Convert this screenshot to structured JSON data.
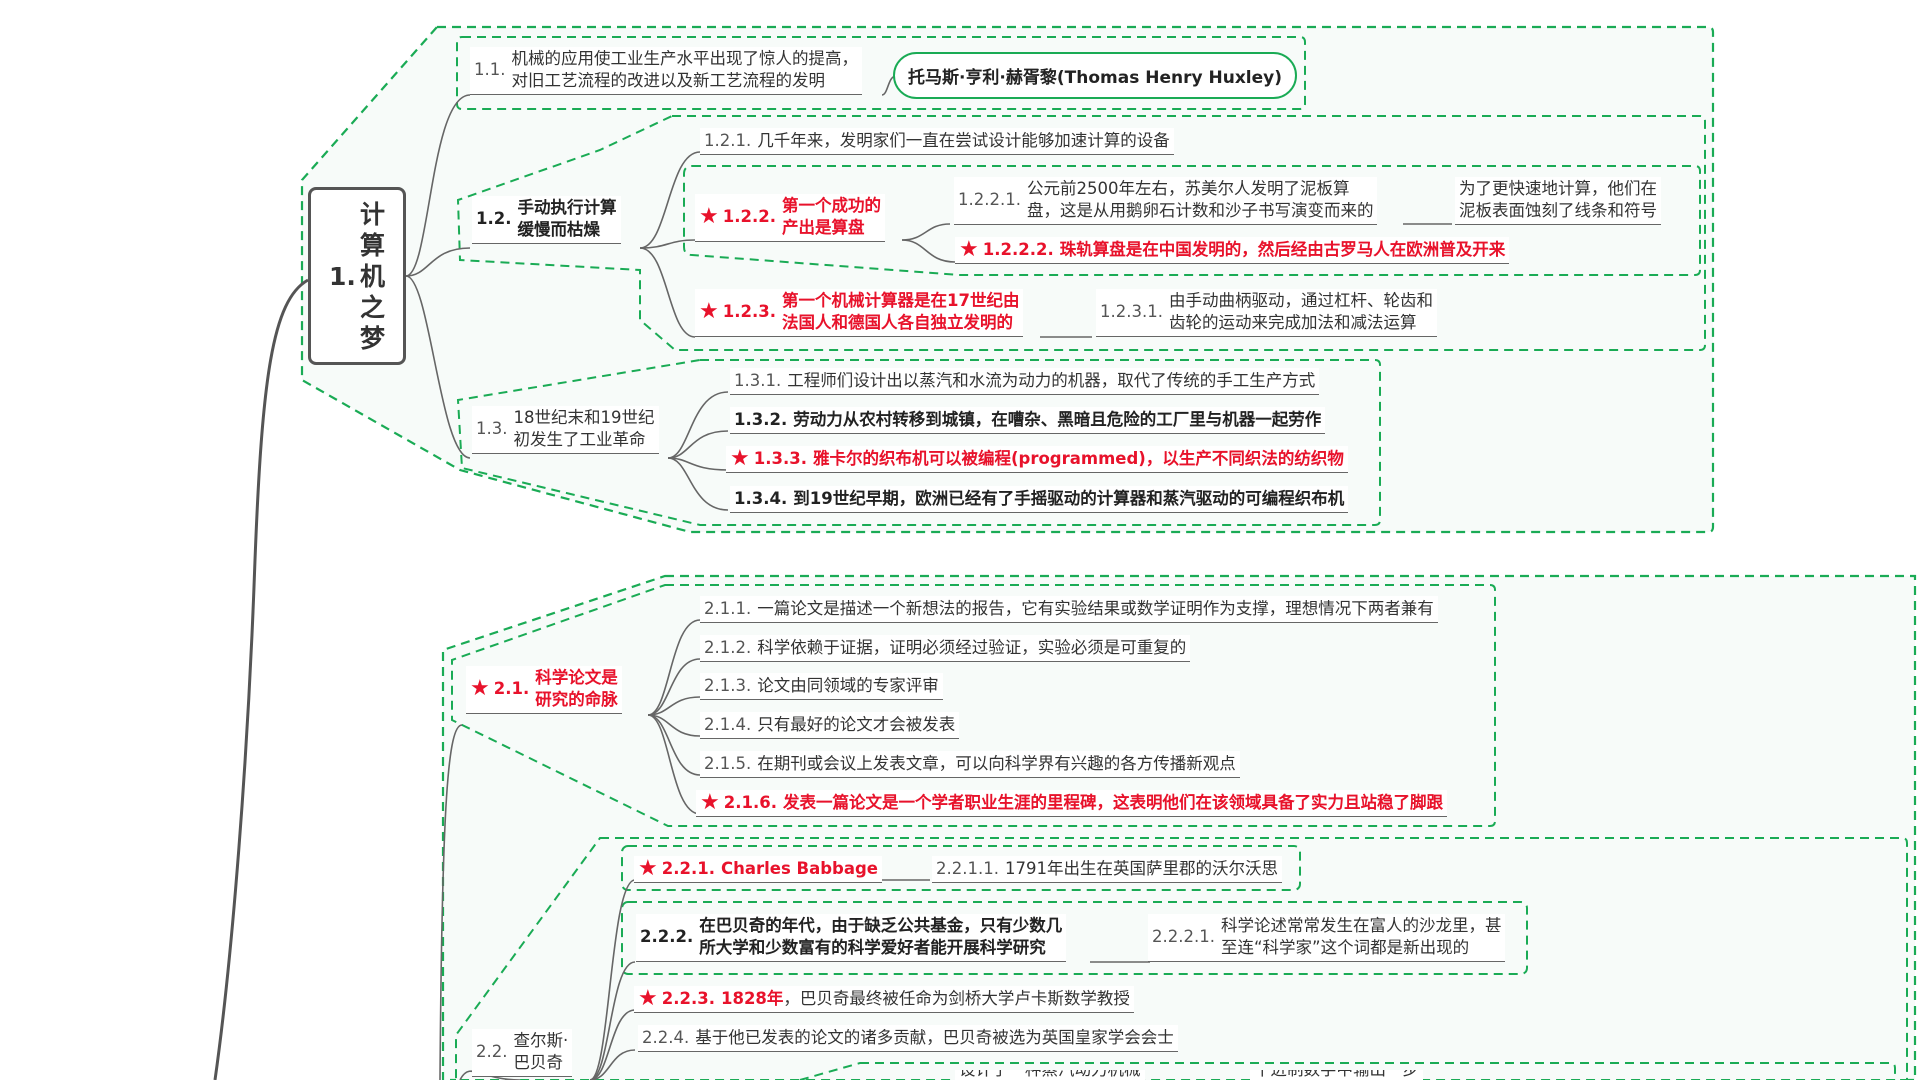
{
  "colors": {
    "accent_red": "#e8122b",
    "boundary_green": "#1aab55",
    "boundary_fill": "#f7fbf9",
    "line_gray": "#555555",
    "text": "#333333"
  },
  "icons": {
    "priority": "star-icon"
  },
  "root": {
    "number": "1.",
    "chars": [
      "计",
      "算",
      "机",
      "之",
      "梦"
    ]
  },
  "callout": {
    "text": "托马斯·亨利·赫胥黎(Thomas Henry Huxley)"
  },
  "n1_1": {
    "num": "1.1.",
    "lines": [
      "机械的应用使工业生产水平出现了惊人的提高，",
      "对旧工艺流程的改进以及新工艺流程的发明"
    ]
  },
  "n1_2": {
    "num": "1.2.",
    "lines": [
      "手动执行计算",
      "缓慢而枯燥"
    ]
  },
  "n1_2_1": {
    "num": "1.2.1.",
    "text": "几千年来，发明家们一直在尝试设计能够加速计算的设备"
  },
  "n1_2_2": {
    "num": "1.2.2.",
    "lines": [
      "第一个成功的",
      "产出是算盘"
    ]
  },
  "n1_2_2_1": {
    "num": "1.2.2.1.",
    "lines": [
      "公元前2500年左右，苏美尔人发明了泥板算",
      "盘，这是从用鹅卵石计数和沙子书写演变而来的"
    ]
  },
  "n1_2_2_1_x": {
    "lines": [
      "为了更快速地计算，他们在",
      "泥板表面蚀刻了线条和符号"
    ]
  },
  "n1_2_2_2": {
    "num": "1.2.2.2.",
    "text": "珠轨算盘是在中国发明的，然后经由古罗马人在欧洲普及开来"
  },
  "n1_2_3": {
    "num": "1.2.3.",
    "lines": [
      "第一个机械计算器是在17世纪由",
      "法国人和德国人各自独立发明的"
    ]
  },
  "n1_2_3_1": {
    "num": "1.2.3.1.",
    "lines": [
      "由手动曲柄驱动，通过杠杆、轮齿和",
      "齿轮的运动来完成加法和减法运算"
    ]
  },
  "n1_3": {
    "num": "1.3.",
    "lines": [
      "18世纪末和19世纪",
      "初发生了工业革命"
    ]
  },
  "n1_3_1": {
    "num": "1.3.1.",
    "text": "工程师们设计出以蒸汽和水流为动力的机器，取代了传统的手工生产方式"
  },
  "n1_3_2": {
    "num": "1.3.2.",
    "text": "劳动力从农村转移到城镇，在嘈杂、黑暗且危险的工厂里与机器一起劳作"
  },
  "n1_3_3": {
    "num": "1.3.3.",
    "text": "雅卡尔的织布机可以被编程(programmed)，以生产不同织法的纺织物"
  },
  "n1_3_4": {
    "num": "1.3.4.",
    "text": "到19世纪早期，欧洲已经有了手摇驱动的计算器和蒸汽驱动的可编程织布机"
  },
  "n2_1": {
    "num": "2.1.",
    "lines": [
      "科学论文是",
      "研究的命脉"
    ]
  },
  "n2_1_1": {
    "num": "2.1.1.",
    "text": "一篇论文是描述一个新想法的报告，它有实验结果或数学证明作为支撑，理想情况下两者兼有"
  },
  "n2_1_2": {
    "num": "2.1.2.",
    "text": "科学依赖于证据，证明必须经过验证，实验必须是可重复的"
  },
  "n2_1_3": {
    "num": "2.1.3.",
    "text": "论文由同领域的专家评审"
  },
  "n2_1_4": {
    "num": "2.1.4.",
    "text": "只有最好的论文才会被发表"
  },
  "n2_1_5": {
    "num": "2.1.5.",
    "text": "在期刊或会议上发表文章，可以向科学界有兴趣的各方传播新观点"
  },
  "n2_1_6": {
    "num": "2.1.6.",
    "text": "发表一篇论文是一个学者职业生涯的里程碑，这表明他们在该领域具备了实力且站稳了脚跟"
  },
  "n2_2": {
    "num": "2.2.",
    "lines": [
      "查尔斯·",
      "巴贝奇"
    ]
  },
  "n2_2_1": {
    "num": "2.2.1.",
    "text": "Charles Babbage"
  },
  "n2_2_1_1": {
    "num": "2.2.1.1.",
    "text": "1791年出生在英国萨里郡的沃尔沃思"
  },
  "n2_2_2": {
    "num": "2.2.2.",
    "lines": [
      "在巴贝奇的年代，由于缺乏公共基金，只有少数几",
      "所大学和少数富有的科学爱好者能开展科学研究"
    ]
  },
  "n2_2_2_1": {
    "num": "2.2.2.1.",
    "lines": [
      "科学论述常常发生在富人的沙龙里，甚",
      "至连“科学家”这个词都是新出现的"
    ]
  },
  "n2_2_3": {
    "num": "2.2.3.",
    "red": "1828年",
    "rest": "，巴贝奇最终被任命为剑桥大学卢卡斯数学教授"
  },
  "n2_2_4": {
    "num": "2.2.4.",
    "text": "基于他已发表的论文的诸多贡献，巴贝奇被选为英国皇家学会会士"
  },
  "partial_a": {
    "text": "设计了一种蒸汽动力机械"
  },
  "partial_b": {
    "text": "十进制数字中输出一步"
  }
}
